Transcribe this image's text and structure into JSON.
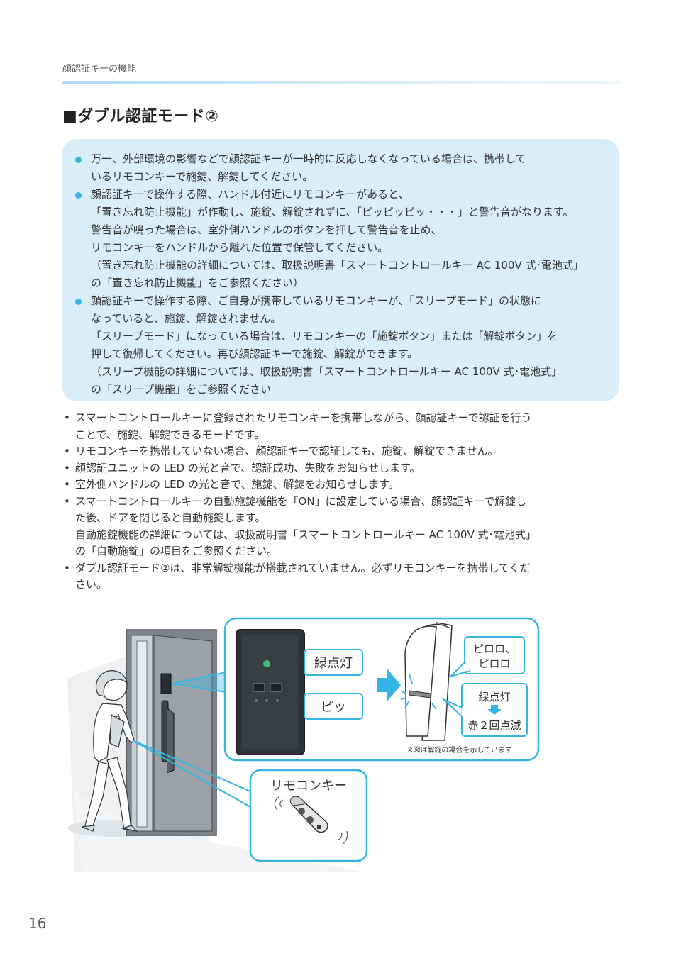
{
  "header": {
    "section": "顔認証キーの機能"
  },
  "title": "■ダブル認証モード②",
  "note_box": {
    "items": [
      {
        "lines": [
          "万一、外部環境の影響などで顔認証キーが一時的に反応しなくなっている場合は、携帯して",
          "いるリモコンキーで施錠、解錠してください。"
        ]
      },
      {
        "lines": [
          "顔認証キーで操作する際、ハンドル付近にリモコンキーがあると、",
          "「置き忘れ防止機能」が作動し、施錠、解錠されずに、「ピッピッピッ・・・」と警告音がなります。",
          "警告音が鳴った場合は、室外側ハンドルのボタンを押して警告音を止め、",
          "リモコンキーをハンドルから離れた位置で保管してください。",
          "（置き忘れ防止機能の詳細については、取扱説明書「スマートコントロールキー AC 100V 式･電池式」",
          "の「置き忘れ防止機能」をご参照ください）"
        ]
      },
      {
        "lines": [
          "顔認証キーで操作する際、ご自身が携帯しているリモコンキーが、「スリープモード」の状態に",
          "なっていると、施錠、解錠されません。",
          "「スリープモード」になっている場合は、リモコンキーの「施錠ボタン」または「解錠ボタン」を",
          "押して復帰してください。再び顔認証キーで施錠、解錠ができます。",
          "（スリープ機能の詳細については、取扱説明書「スマートコントロールキー AC 100V 式･電池式」",
          "の「スリープ機能」をご参照ください"
        ]
      }
    ]
  },
  "bullets": {
    "mark": "•",
    "items": [
      {
        "lines": [
          "スマートコントロールキーに登録されたリモコンキーを携帯しながら、顔認証キーで認証を行う",
          "ことで、施錠、解錠できるモードです。"
        ]
      },
      {
        "lines": [
          "リモコンキーを携帯していない場合、顔認証キーで認証しても、施錠、解錠できません。"
        ]
      },
      {
        "lines": [
          "顔認証ユニットの LED の光と音で、認証成功、失敗をお知らせします。"
        ]
      },
      {
        "lines": [
          "室外側ハンドルの LED の光と音で、施錠、解錠をお知らせします。"
        ]
      },
      {
        "lines": [
          "スマートコントロールキーの自動施錠機能を「ON」に設定している場合、顔認証キーで解錠し",
          "た後、ドアを閉じると自動施錠します。",
          "自動施錠機能の詳細については、取扱説明書「スマートコントロールキー AC 100V 式･電池式」",
          "の「自動施錠」の項目をご参照ください。"
        ]
      },
      {
        "lines": [
          "ダブル認証モード②は、非常解錠機能が搭載されていません。必ずリモコンキーを携帯してくだ",
          "さい。"
        ]
      }
    ]
  },
  "figure": {
    "label_green_light": "緑点灯",
    "label_beep": "ピッ",
    "label_sound_1": "ピロロ、",
    "label_sound_2": "ピロロ",
    "label_green_light_2": "緑点灯",
    "label_red_blink": "赤２回点滅",
    "caption": "※図は解錠の場合を示しています",
    "label_remote": "リモコンキー",
    "accent_color": "#34b5e5"
  },
  "page_number": "16"
}
